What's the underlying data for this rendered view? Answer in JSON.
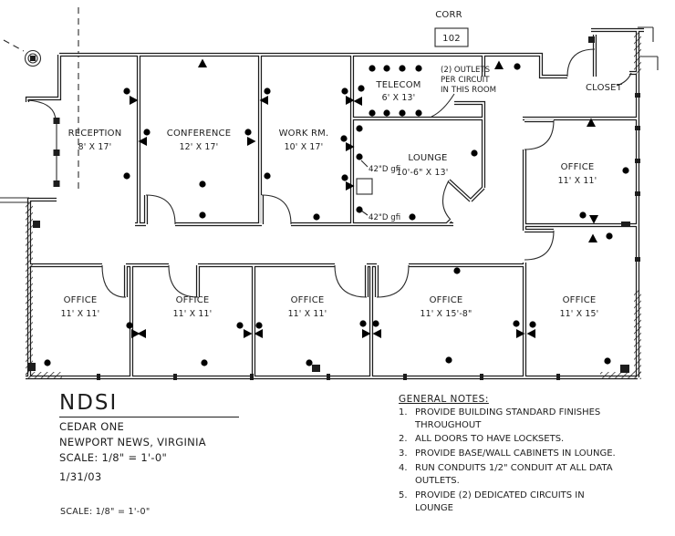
{
  "colors": {
    "ink": "#1d1d1d",
    "paper": "#ffffff",
    "outlet_gray": "#8f8f8f"
  },
  "drawing": {
    "corridor": {
      "label": "CORR",
      "number": "102"
    },
    "rooms": {
      "reception": {
        "name": "RECEPTION",
        "dims": "8' X 17'"
      },
      "conference": {
        "name": "CONFERENCE",
        "dims": "12' X 17'"
      },
      "workroom": {
        "name": "WORK RM.",
        "dims": "10' X 17'"
      },
      "telecom": {
        "name": "TELECOM",
        "dims": "6' X 13'"
      },
      "lounge": {
        "name": "LOUNGE",
        "dims": "10'-6\" X 13'"
      },
      "closet": {
        "name": "CLOSET"
      },
      "office_ne": {
        "name": "OFFICE",
        "dims": "11' X 11'"
      },
      "office_1": {
        "name": "OFFICE",
        "dims": "11' X 11'"
      },
      "office_2": {
        "name": "OFFICE",
        "dims": "11' X 11'"
      },
      "office_3": {
        "name": "OFFICE",
        "dims": "11' X 11'"
      },
      "office_4": {
        "name": "OFFICE",
        "dims": "11' X 15'-8\""
      },
      "office_5": {
        "name": "OFFICE",
        "dims": "11' X 15'"
      }
    },
    "annotations": {
      "outlets_line1": "(2) OUTLETS",
      "outlets_line2": "PER CIRCUIT",
      "outlets_line3": "IN THIS ROOM",
      "gfi_upper": "42\"D gfi",
      "gfi_lower": "42\"D gfi"
    }
  },
  "title_block": {
    "firm": "NDSI",
    "project": "CEDAR ONE",
    "location": "NEWPORT NEWS, VIRGINIA",
    "scale": "SCALE: 1/8\" = 1'-0\"",
    "date": "1/31/03",
    "footer_scale": "SCALE: 1/8\" = 1'-0\""
  },
  "general_notes": {
    "heading": "GENERAL NOTES:",
    "items": [
      {
        "num": "1.",
        "text": "PROVIDE BUILDING STANDARD FINISHES THROUGHOUT"
      },
      {
        "num": "2.",
        "text": "ALL DOORS TO HAVE LOCKSETS."
      },
      {
        "num": "3.",
        "text": "PROVIDE BASE/WALL CABINETS IN LOUNGE."
      },
      {
        "num": "4.",
        "text": "RUN CONDUITS 1/2\" CONDUIT AT ALL DATA\nOUTLETS."
      },
      {
        "num": "5.",
        "text": "PROVIDE (2) DEDICATED CIRCUITS IN\nLOUNGE"
      }
    ]
  }
}
